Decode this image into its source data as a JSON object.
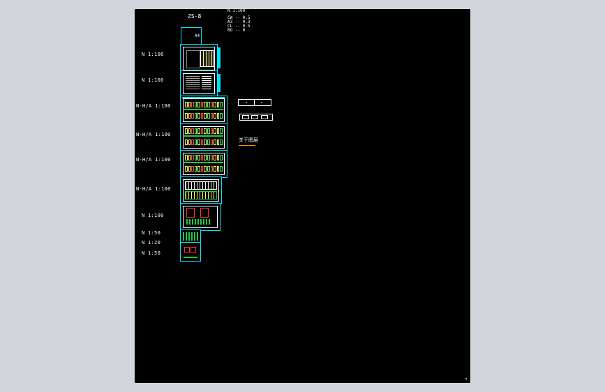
{
  "window": {
    "background": "#d2d5db",
    "canvas_background": "#000000"
  },
  "header": {
    "title": "ZS-8",
    "scale": "N 1:100",
    "legend": [
      "CW -- 0.5",
      "A3 -- 0.3",
      "CL -- 0.5",
      "BO -- 0"
    ]
  },
  "sheet_top": {
    "label": "A4"
  },
  "scale_labels": [
    "N 1:100",
    "N 1:100",
    "N-H/A 1:100",
    "N-H/A 1:100",
    "N-H/A 1:100",
    "N-H/A 1:100",
    "N 1:100",
    "N 1:50",
    "N 1:20",
    "N 1:50"
  ],
  "symbols": {
    "legend_title": "关于图层",
    "accent_color": "#00e5ff",
    "highlight_color": "#ff9900"
  }
}
